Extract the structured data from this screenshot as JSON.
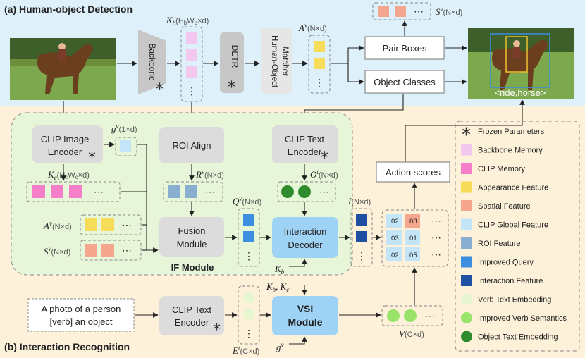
{
  "sections": {
    "top_title": "(a) Human-object Detection",
    "bottom_title": "(b) Interaction Recognition",
    "if_module_label": "IF Module"
  },
  "modules": {
    "backbone": "Backbone",
    "detr": "DETR",
    "matcher_line1": "Human-Object",
    "matcher_line2": "Matcher",
    "pair_boxes": "Pair Boxes",
    "object_classes": "Object Classes",
    "clip_image_encoder_line1": "CLIP Image",
    "clip_image_encoder_line2": "Encoder",
    "roi_align": "ROI Align",
    "clip_text_encoder_line1": "CLIP Text",
    "clip_text_encoder_line2": "Encoder",
    "fusion_line1": "Fusion",
    "fusion_line2": "Module",
    "interaction_decoder_line1": "Interaction",
    "interaction_decoder_line2": "Decoder",
    "action_scores": "Action scores",
    "prompt_line1": "A photo of a person",
    "prompt_line2": "[verb] an object",
    "clip_text_encoder2_line1": "CLIP Text",
    "clip_text_encoder2_line2": "Encoder",
    "vsi_line1": "VSI",
    "vsi_line2": "Module"
  },
  "symbols": {
    "kb": "K",
    "kb_sub": "b",
    "kb_dim": "(H",
    "kb_dim_b1": "b",
    "kb_dim_w": "W",
    "kb_dim_b2": "b",
    "kb_dim_end": "×d)",
    "av": "A",
    "av_sup": "v",
    "av_dim": "(N×d)",
    "sv": "S",
    "sv_sup": "v",
    "sv_dim": "(N×d)",
    "gv": "g",
    "gv_sup": "v",
    "gv_dim": "(1×d)",
    "kc": "K",
    "kc_sub": "c",
    "kc_dim": "(H",
    "kc_dim_c1": "c",
    "kc_dim_w": "W",
    "kc_dim_c2": "c",
    "kc_dim_end": "×d)",
    "rv": "R",
    "rv_sup": "v",
    "rv_dim": "(N×d)",
    "ot": "O",
    "ot_sup": "t",
    "ot_dim": "(N×d)",
    "qv": "Q",
    "qv_sup": "v",
    "qv_dim": "(N×d)",
    "i": "I",
    "i_dim": "(N×d)",
    "kb2": "K",
    "kb2_sub": "b",
    "kbkc": "K",
    "kbkc_sub1": "b",
    "kbkc_comma": ", K",
    "kbkc_sub2": "c",
    "gv2": "g",
    "gv2_sup": "v",
    "et": "E",
    "et_sup": "t",
    "et_dim": "(C×d)",
    "v": "V",
    "v_dim": "(C×d)",
    "av_in": "A",
    "av_in_sup": "v",
    "av_in_dim": "(N×d)",
    "sv_in": "S",
    "sv_in_sup": "v",
    "sv_in_dim": "(N×d)"
  },
  "ellipsis": "⋯",
  "vdots": "⋮",
  "score_matrix": [
    [
      ".02",
      ".88"
    ],
    [
      ".03",
      ".01"
    ],
    [
      ".02",
      ".05"
    ]
  ],
  "image_caption": "<ride,horse>",
  "legend": [
    {
      "label": "Frozen Parameters",
      "color": "none",
      "kind": "flake"
    },
    {
      "label": "Backbone Memory",
      "color": "#f2c8ee",
      "kind": "square"
    },
    {
      "label": "CLIP Memory",
      "color": "#f57fc8",
      "kind": "square"
    },
    {
      "label": "Appearance Feature",
      "color": "#f7dc5a",
      "kind": "square"
    },
    {
      "label": "Spatial Feature",
      "color": "#f5a68f",
      "kind": "square"
    },
    {
      "label": "CLIP Global Feature",
      "color": "#c4e4f7",
      "kind": "square"
    },
    {
      "label": "ROI Feature",
      "color": "#8aaed0",
      "kind": "square"
    },
    {
      "label": "Improved Query",
      "color": "#3c8fe0",
      "kind": "square"
    },
    {
      "label": "Interaction Feature",
      "color": "#1f4fa0",
      "kind": "square"
    },
    {
      "label": "Verb Text Embedding",
      "color": "#e6f7cf",
      "kind": "circle"
    },
    {
      "label": "Improved Verb Semantics",
      "color": "#99e36a",
      "kind": "circle"
    },
    {
      "label": "Object Text Embedding",
      "color": "#2e8b2e",
      "kind": "circle"
    }
  ],
  "colors": {
    "top_bg": "#def0fa",
    "bottom_bg": "#fdf1da",
    "if_bg": "#e7f6d8",
    "module_gray": "#dcdcdc",
    "module_blue": "#9fd3f5"
  }
}
